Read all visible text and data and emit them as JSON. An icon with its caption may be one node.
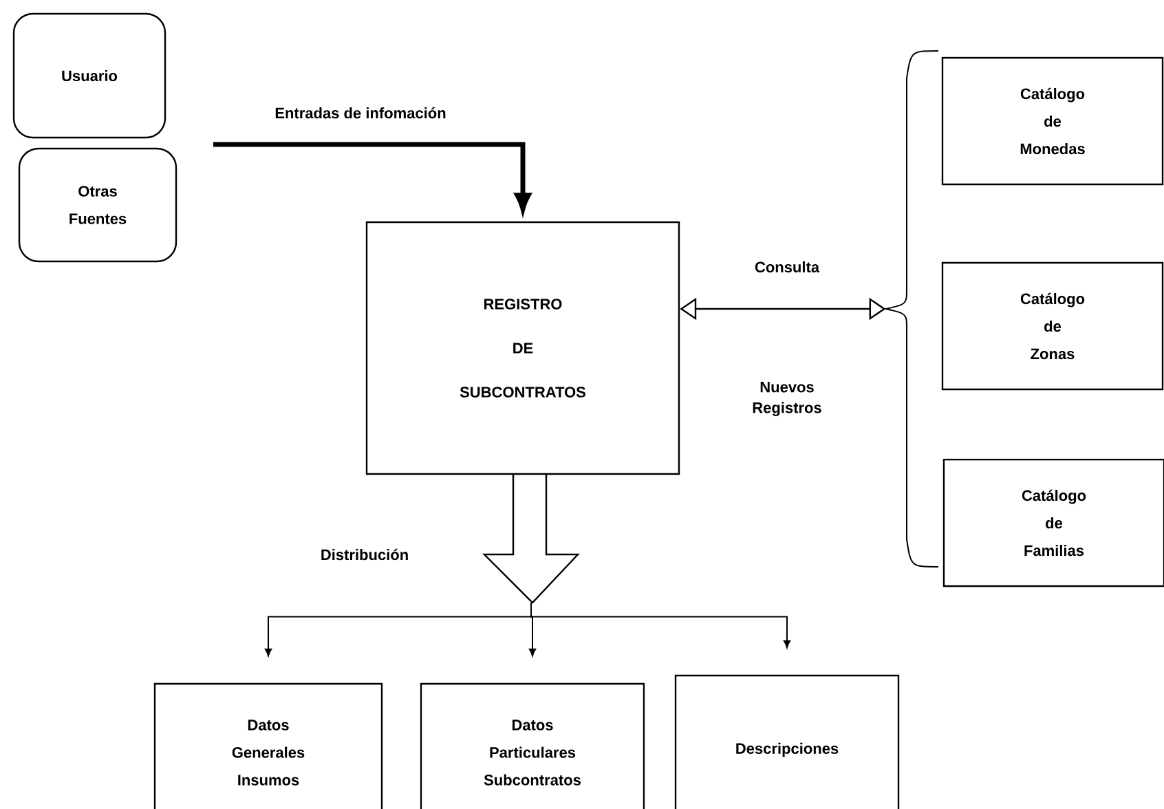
{
  "diagram": {
    "nodes": [
      {
        "text": [
          "Usuario"
        ]
      },
      {
        "text": [
          "Otras Fuentes"
        ]
      },
      {
        "text": [
          "REGISTRO DE SUBCONTRATOS"
        ]
      },
      {
        "text": [
          "Catálogo de Monedas"
        ]
      },
      {
        "text": [
          "Catálogo de Zonas"
        ]
      },
      {
        "text": [
          "Catálogo de Familias"
        ]
      },
      {
        "text": [
          "Datos Generales Insumos"
        ]
      },
      {
        "text": [
          "Datos Particulares Subcontratos"
        ]
      },
      {
        "text": [
          "Descripciones"
        ]
      },
      {
        "text": [],
        "shape": "arrow"
      },
      {
        "text": [],
        "shape": "bracket"
      }
    ],
    "edges": [
      {
        "from": null,
        "to": 2,
        "arrow": "to",
        "style": "thick",
        "label": "Entradas de infomación"
      },
      {
        "from": 2,
        "to": 10,
        "arrow": "both",
        "label": "Consulta"
      },
      {
        "from": 9,
        "to": 6,
        "arrow": "to"
      },
      {
        "from": 9,
        "to": 7,
        "arrow": "to"
      },
      {
        "from": 9,
        "to": 8,
        "arrow": "to"
      }
    ],
    "labels": [
      "Nuevos Registros",
      "Distribución"
    ]
  }
}
